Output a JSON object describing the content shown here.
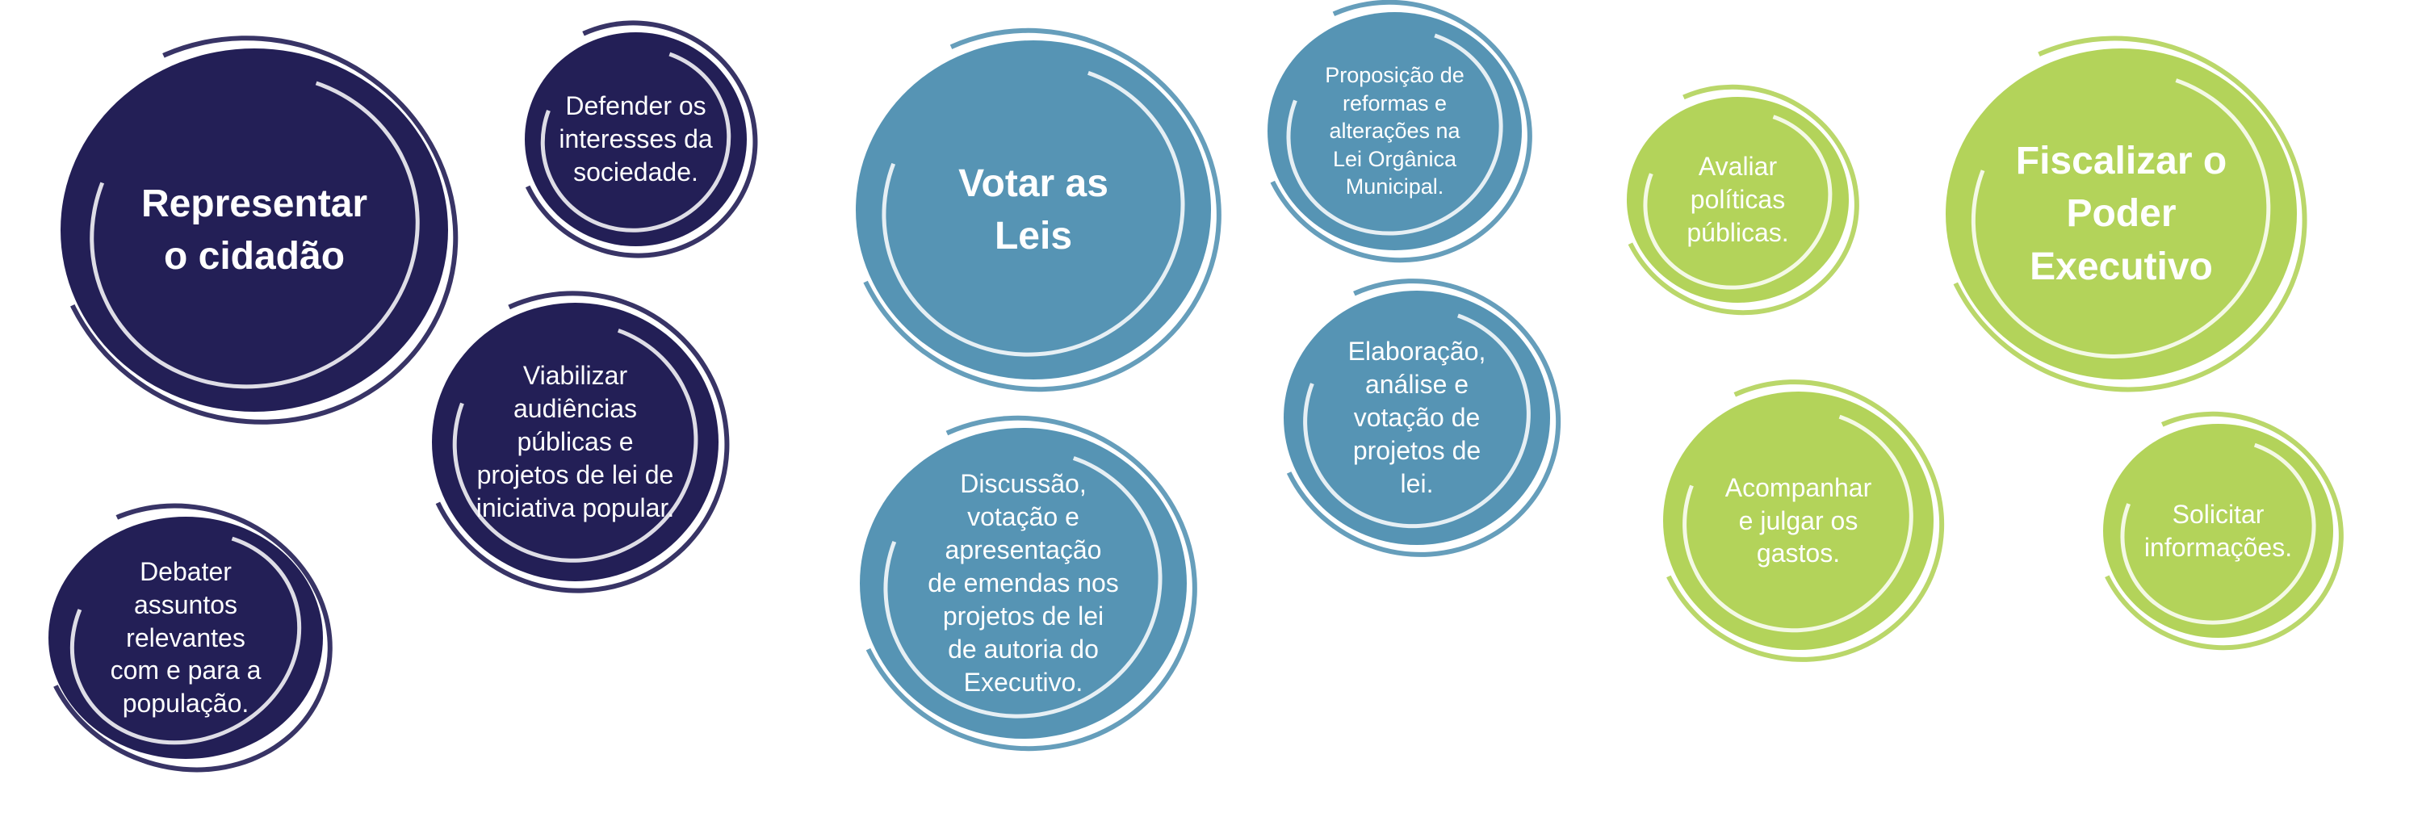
{
  "colors": {
    "navy": "#231f56",
    "blue": "#5694b4",
    "green": "#b3d35a"
  },
  "groups": [
    {
      "theme": "navy",
      "title": "Representar\no cidadão",
      "items": [
        "Defender os\ninteresses da\nsociedade.",
        "Viabilizar\naudiências\npúblicas e\nprojetos de lei de\niniciativa popular.",
        "Debater\nassuntos\nrelevantes\ncom e para a\npopulação."
      ]
    },
    {
      "theme": "blue",
      "title": "Votar as\nLeis",
      "items": [
        "Proposição de\nreformas e\nalterações na\nLei Orgânica\nMunicipal.",
        "Elaboração,\nanálise e\nvotação de\nprojetos de\nlei.",
        "Discussão,\nvotação e\napresentação\nde emendas nos\nprojetos de lei\nde autoria do\nExecutivo."
      ]
    },
    {
      "theme": "green",
      "title": "Fiscalizar o\nPoder\nExecutivo",
      "items": [
        "Avaliar\npolíticas\npúblicas.",
        "Acompanhar\ne julgar os\ngastos.",
        "Solicitar\ninformações."
      ]
    }
  ]
}
